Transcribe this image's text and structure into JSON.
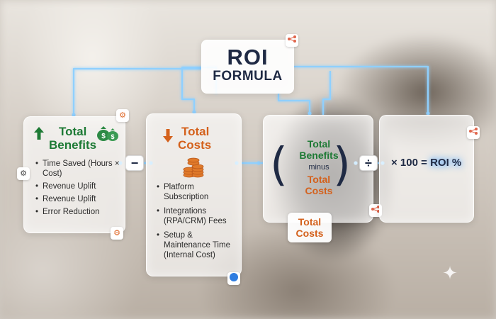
{
  "title": {
    "line1": "ROI",
    "line2": "FORMULA"
  },
  "benefits": {
    "heading_line1": "Total",
    "heading_line2": "Benefits",
    "items": [
      "Time Saved (Hours × Cost)",
      "Revenue Uplift",
      "Revenue Uplift",
      "Error Reduction"
    ]
  },
  "costs": {
    "heading_line1": "Total",
    "heading_line2": "Costs",
    "items": [
      "Platform Subscription",
      "Integrations (RPA/CRM) Fees",
      "Setup & Maintenance Time (Internal Cost)"
    ]
  },
  "formula": {
    "benefits_line1": "Total",
    "benefits_line2": "Benefits",
    "minus_word": "minus",
    "costs_line1": "Total",
    "costs_line2": "Costs"
  },
  "operators": {
    "minus": "−",
    "divide": "÷"
  },
  "result": {
    "multiplier": "× 100 =",
    "label": "ROI %"
  },
  "denominator_tag": {
    "line1": "Total",
    "line2": "Costs"
  },
  "colors": {
    "benefits": "#1e7a35",
    "costs": "#d4611c",
    "navy": "#1f2a44",
    "connector": "#7fc4ff"
  },
  "icons": [
    "up-arrow-icon",
    "money-bag-icon",
    "down-arrow-icon",
    "coin-stack-icon",
    "gear-icon",
    "share-node-icon",
    "sparkle-icon"
  ]
}
